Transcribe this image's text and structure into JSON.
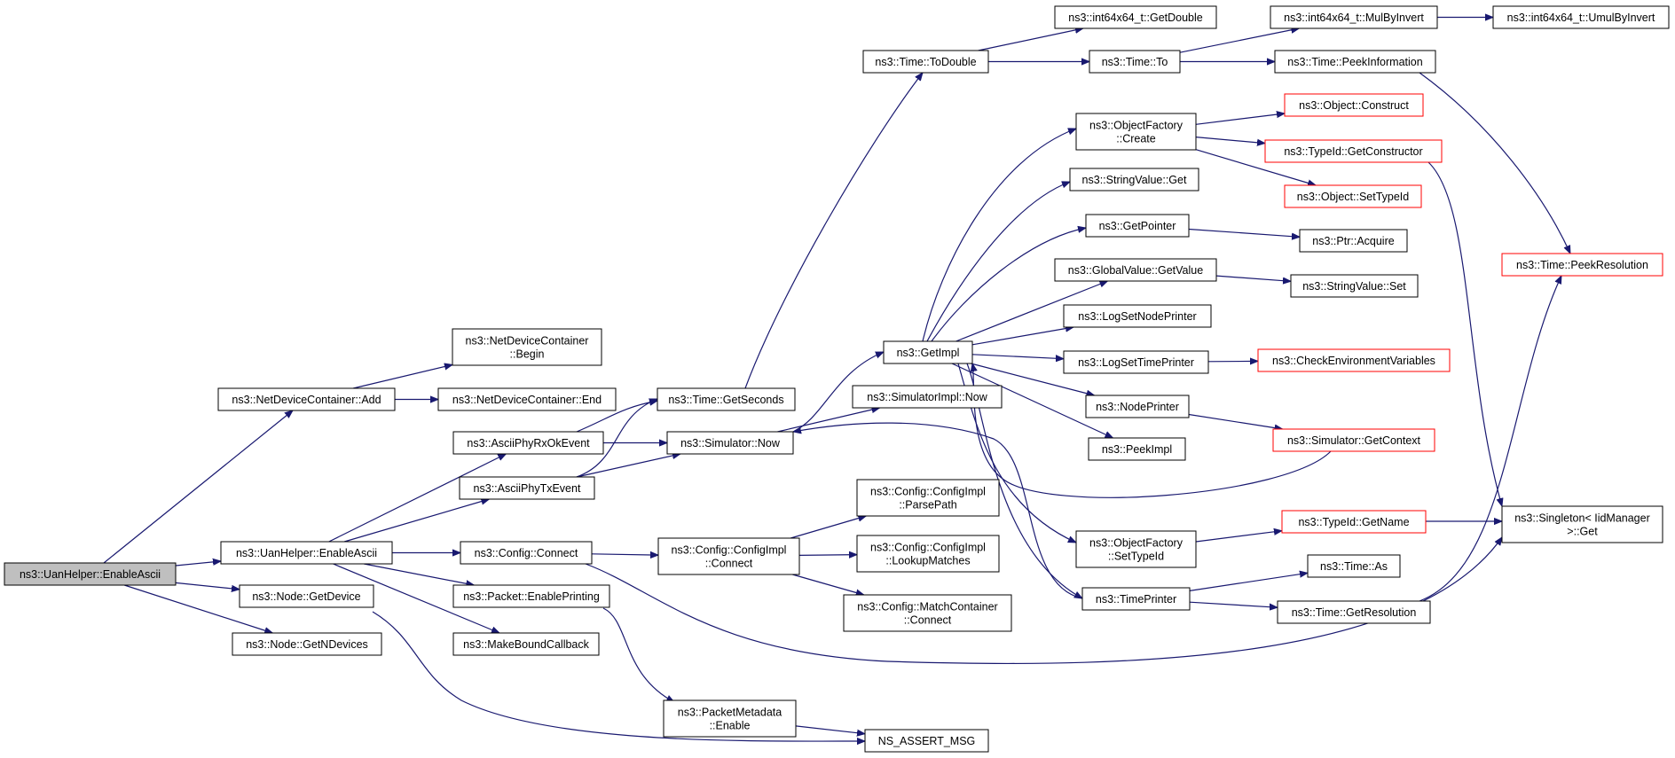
{
  "graph": {
    "colors": {
      "edge": "#191970",
      "root_fill": "#bfbfbf",
      "border": "#000000",
      "truncated_border": "#ff0000"
    },
    "nodes": [
      {
        "id": "enableascii_root",
        "lines": [
          "ns3::UanHelper::EnableAscii"
        ],
        "style": "root"
      },
      {
        "id": "ndc_add",
        "lines": [
          "ns3::NetDeviceContainer::Add"
        ]
      },
      {
        "id": "ndc_begin",
        "lines": [
          "ns3::NetDeviceContainer",
          "::Begin"
        ]
      },
      {
        "id": "ndc_end",
        "lines": [
          "ns3::NetDeviceContainer::End"
        ]
      },
      {
        "id": "uan_enableascii",
        "lines": [
          "ns3::UanHelper::EnableAscii"
        ]
      },
      {
        "id": "node_getdevice",
        "lines": [
          "ns3::Node::GetDevice"
        ]
      },
      {
        "id": "node_getndevices",
        "lines": [
          "ns3::Node::GetNDevices"
        ]
      },
      {
        "id": "rxok",
        "lines": [
          "ns3::AsciiPhyRxOkEvent"
        ]
      },
      {
        "id": "txev",
        "lines": [
          "ns3::AsciiPhyTxEvent"
        ]
      },
      {
        "id": "cfg_connect",
        "lines": [
          "ns3::Config::Connect"
        ]
      },
      {
        "id": "pkt_enableprinting",
        "lines": [
          "ns3::Packet::EnablePrinting"
        ]
      },
      {
        "id": "makeboundcb",
        "lines": [
          "ns3::MakeBoundCallback"
        ]
      },
      {
        "id": "time_getseconds",
        "lines": [
          "ns3::Time::GetSeconds"
        ]
      },
      {
        "id": "sim_now",
        "lines": [
          "ns3::Simulator::Now"
        ]
      },
      {
        "id": "cfgimpl_connect",
        "lines": [
          "ns3::Config::ConfigImpl",
          "::Connect"
        ]
      },
      {
        "id": "pktmeta_enable",
        "lines": [
          "ns3::PacketMetadata",
          "::Enable"
        ]
      },
      {
        "id": "ns_assert",
        "lines": [
          "NS_ASSERT_MSG"
        ]
      },
      {
        "id": "time_todouble",
        "lines": [
          "ns3::Time::ToDouble"
        ]
      },
      {
        "id": "getimpl",
        "lines": [
          "ns3::GetImpl"
        ]
      },
      {
        "id": "simimpl_now",
        "lines": [
          "ns3::SimulatorImpl::Now"
        ]
      },
      {
        "id": "cfgimpl_parsepath",
        "lines": [
          "ns3::Config::ConfigImpl",
          "::ParsePath"
        ]
      },
      {
        "id": "cfgimpl_lookup",
        "lines": [
          "ns3::Config::ConfigImpl",
          "::LookupMatches"
        ]
      },
      {
        "id": "cfg_matchcontainer",
        "lines": [
          "ns3::Config::MatchContainer",
          "::Connect"
        ]
      },
      {
        "id": "int64_getdouble",
        "lines": [
          "ns3::int64x64_t::GetDouble"
        ]
      },
      {
        "id": "time_to",
        "lines": [
          "ns3::Time::To"
        ]
      },
      {
        "id": "objfactory_create",
        "lines": [
          "ns3::ObjectFactory",
          "::Create"
        ]
      },
      {
        "id": "stringvalue_get",
        "lines": [
          "ns3::StringValue::Get"
        ]
      },
      {
        "id": "getpointer",
        "lines": [
          "ns3::GetPointer"
        ]
      },
      {
        "id": "globalvalue_getvalue",
        "lines": [
          "ns3::GlobalValue::GetValue"
        ]
      },
      {
        "id": "logsetnodeprinter",
        "lines": [
          "ns3::LogSetNodePrinter"
        ]
      },
      {
        "id": "logsettimeprinter",
        "lines": [
          "ns3::LogSetTimePrinter"
        ]
      },
      {
        "id": "nodeprinter",
        "lines": [
          "ns3::NodePrinter"
        ]
      },
      {
        "id": "peekimpl",
        "lines": [
          "ns3::PeekImpl"
        ]
      },
      {
        "id": "objfactory_settypeid",
        "lines": [
          "ns3::ObjectFactory",
          "::SetTypeId"
        ]
      },
      {
        "id": "timeprinter",
        "lines": [
          "ns3::TimePrinter"
        ]
      },
      {
        "id": "int64_mulbyinvert",
        "lines": [
          "ns3::int64x64_t::MulByInvert"
        ]
      },
      {
        "id": "time_peekinformation",
        "lines": [
          "ns3::Time::PeekInformation"
        ]
      },
      {
        "id": "object_construct",
        "lines": [
          "ns3::Object::Construct"
        ],
        "style": "red"
      },
      {
        "id": "typeid_getconstructor",
        "lines": [
          "ns3::TypeId::GetConstructor"
        ],
        "style": "red"
      },
      {
        "id": "object_settypeid",
        "lines": [
          "ns3::Object::SetTypeId"
        ],
        "style": "red"
      },
      {
        "id": "ptr_acquire",
        "lines": [
          "ns3::Ptr::Acquire"
        ]
      },
      {
        "id": "stringvalue_set",
        "lines": [
          "ns3::StringValue::Set"
        ]
      },
      {
        "id": "checkenv",
        "lines": [
          "ns3::CheckEnvironmentVariables"
        ],
        "style": "red"
      },
      {
        "id": "sim_getcontext",
        "lines": [
          "ns3::Simulator::GetContext"
        ],
        "style": "red"
      },
      {
        "id": "typeid_getname",
        "lines": [
          "ns3::TypeId::GetName"
        ],
        "style": "red"
      },
      {
        "id": "time_as",
        "lines": [
          "ns3::Time::As"
        ]
      },
      {
        "id": "time_getresolution",
        "lines": [
          "ns3::Time::GetResolution"
        ]
      },
      {
        "id": "int64_umulbyinvert",
        "lines": [
          "ns3::int64x64_t::UmulByInvert"
        ]
      },
      {
        "id": "time_peekresolution",
        "lines": [
          "ns3::Time::PeekResolution"
        ],
        "style": "red"
      },
      {
        "id": "singleton_get",
        "lines": [
          "ns3::Singleton< IidManager",
          ">::Get"
        ]
      }
    ],
    "edges": [
      [
        "enableascii_root",
        "ndc_add"
      ],
      [
        "enableascii_root",
        "uan_enableascii"
      ],
      [
        "enableascii_root",
        "node_getdevice"
      ],
      [
        "enableascii_root",
        "node_getndevices"
      ],
      [
        "ndc_add",
        "ndc_begin"
      ],
      [
        "ndc_add",
        "ndc_end"
      ],
      [
        "uan_enableascii",
        "rxok"
      ],
      [
        "uan_enableascii",
        "txev"
      ],
      [
        "uan_enableascii",
        "cfg_connect"
      ],
      [
        "uan_enableascii",
        "pkt_enableprinting"
      ],
      [
        "uan_enableascii",
        "makeboundcb"
      ],
      [
        "node_getdevice",
        "ns_assert"
      ],
      [
        "rxok",
        "time_getseconds"
      ],
      [
        "rxok",
        "sim_now"
      ],
      [
        "txev",
        "time_getseconds"
      ],
      [
        "txev",
        "sim_now"
      ],
      [
        "cfg_connect",
        "cfgimpl_connect"
      ],
      [
        "cfg_connect",
        "singleton_get"
      ],
      [
        "pkt_enableprinting",
        "pktmeta_enable"
      ],
      [
        "time_getseconds",
        "time_todouble"
      ],
      [
        "sim_now",
        "getimpl"
      ],
      [
        "sim_now",
        "simimpl_now"
      ],
      [
        "cfgimpl_connect",
        "cfgimpl_parsepath"
      ],
      [
        "cfgimpl_connect",
        "cfgimpl_lookup"
      ],
      [
        "cfgimpl_connect",
        "cfg_matchcontainer"
      ],
      [
        "pktmeta_enable",
        "ns_assert"
      ],
      [
        "time_todouble",
        "int64_getdouble"
      ],
      [
        "time_todouble",
        "time_to"
      ],
      [
        "getimpl",
        "objfactory_create"
      ],
      [
        "getimpl",
        "stringvalue_get"
      ],
      [
        "getimpl",
        "getpointer"
      ],
      [
        "getimpl",
        "globalvalue_getvalue"
      ],
      [
        "getimpl",
        "logsetnodeprinter"
      ],
      [
        "getimpl",
        "logsettimeprinter"
      ],
      [
        "getimpl",
        "nodeprinter"
      ],
      [
        "getimpl",
        "peekimpl"
      ],
      [
        "getimpl",
        "objfactory_settypeid"
      ],
      [
        "getimpl",
        "timeprinter"
      ],
      [
        "time_to",
        "int64_mulbyinvert"
      ],
      [
        "time_to",
        "time_peekinformation"
      ],
      [
        "objfactory_create",
        "object_construct"
      ],
      [
        "objfactory_create",
        "typeid_getconstructor"
      ],
      [
        "objfactory_create",
        "object_settypeid"
      ],
      [
        "getpointer",
        "ptr_acquire"
      ],
      [
        "globalvalue_getvalue",
        "stringvalue_set"
      ],
      [
        "logsettimeprinter",
        "checkenv"
      ],
      [
        "nodeprinter",
        "sim_getcontext"
      ],
      [
        "sim_getcontext",
        "getimpl"
      ],
      [
        "objfactory_settypeid",
        "typeid_getname"
      ],
      [
        "timeprinter",
        "time_as"
      ],
      [
        "timeprinter",
        "time_getresolution"
      ],
      [
        "timeprinter",
        "sim_now"
      ],
      [
        "int64_mulbyinvert",
        "int64_umulbyinvert"
      ],
      [
        "time_peekinformation",
        "time_peekresolution"
      ],
      [
        "typeid_getconstructor",
        "singleton_get"
      ],
      [
        "typeid_getname",
        "singleton_get"
      ],
      [
        "time_getresolution",
        "time_peekresolution"
      ]
    ]
  }
}
